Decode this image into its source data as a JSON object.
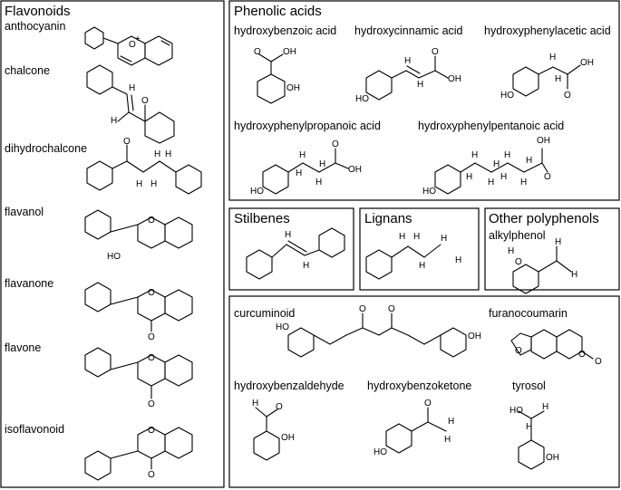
{
  "panels": {
    "flavonoids": {
      "title": "Flavonoids",
      "items": [
        {
          "label": "anthocyanin",
          "atoms": [
            "O",
            "+"
          ]
        },
        {
          "label": "chalcone",
          "atoms": [
            "H",
            "H",
            "O"
          ]
        },
        {
          "label": "dihydrochalcone",
          "atoms": [
            "O",
            "H",
            "H",
            "H",
            "H"
          ]
        },
        {
          "label": "flavanol",
          "atoms": [
            "O",
            "HO"
          ]
        },
        {
          "label": "flavanone",
          "atoms": [
            "O",
            "O"
          ]
        },
        {
          "label": "flavone",
          "atoms": [
            "O",
            "O"
          ]
        },
        {
          "label": "isoflavonoid",
          "atoms": [
            "O",
            "O"
          ]
        }
      ]
    },
    "phenolic_acids": {
      "title": "Phenolic acids",
      "items": [
        {
          "label": "hydroxybenzoic acid",
          "atoms": [
            "O",
            "OH",
            "OH"
          ]
        },
        {
          "label": "hydroxycinnamic acid",
          "atoms": [
            "H",
            "H",
            "O",
            "OH",
            "HO"
          ]
        },
        {
          "label": "hydroxyphenylacetic acid",
          "atoms": [
            "H",
            "H",
            "O",
            "OH",
            "HO"
          ]
        },
        {
          "label": "hydroxyphenylpropanoic acid",
          "atoms": [
            "H",
            "H",
            "H",
            "H",
            "O",
            "OH",
            "HO"
          ]
        },
        {
          "label": "hydroxyphenylpentanoic acid",
          "atoms": [
            "H",
            "H",
            "H",
            "H",
            "H",
            "H",
            "H",
            "H",
            "OH",
            "O",
            "HO"
          ]
        }
      ]
    },
    "stilbenes": {
      "title": "Stilbenes",
      "atoms": [
        "H",
        "H"
      ]
    },
    "lignans": {
      "title": "Lignans",
      "atoms": [
        "H",
        "H",
        "H",
        "H",
        "H"
      ]
    },
    "other_polyphenols": {
      "title": "Other polyphenols",
      "items": [
        {
          "label": "alkylphenol",
          "atoms": [
            "H",
            "O",
            "H",
            "H"
          ]
        }
      ]
    },
    "misc": {
      "items": [
        {
          "label": "curcuminoid",
          "atoms": [
            "O",
            "O",
            "HO",
            "OH"
          ]
        },
        {
          "label": "furanocoumarin",
          "atoms": [
            "O",
            "O",
            "O"
          ]
        },
        {
          "label": "hydroxybenzaldehyde",
          "atoms": [
            "H",
            "O",
            "OH"
          ]
        },
        {
          "label": "hydroxybenzoketone",
          "atoms": [
            "O",
            "H",
            "H",
            "HO"
          ]
        },
        {
          "label": "tyrosol",
          "atoms": [
            "HO",
            "H",
            "H",
            "OH"
          ]
        }
      ]
    }
  }
}
